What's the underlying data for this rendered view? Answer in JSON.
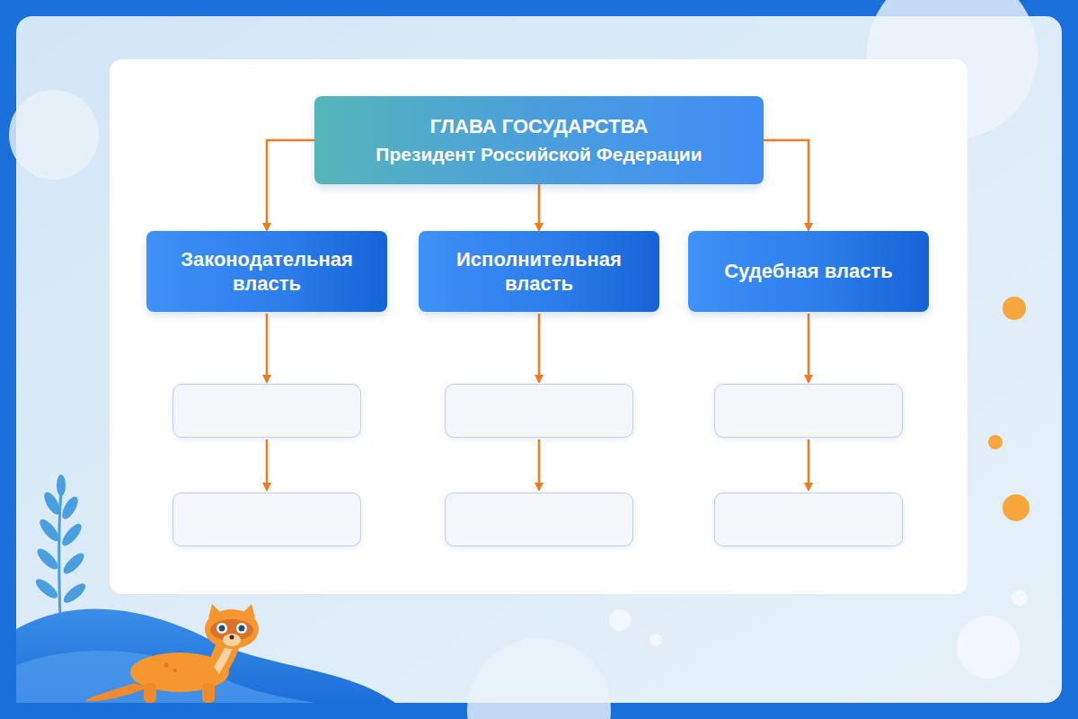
{
  "diagram": {
    "nodes": [
      {
        "text": [
          "ГЛАВА ГОСУДАРСТВА",
          "Президент Российской Федерации"
        ]
      },
      {
        "text": [
          "Законодательная власть"
        ]
      },
      {
        "text": [
          "Исполнительная власть"
        ]
      },
      {
        "text": [
          "Судебная власть"
        ]
      }
    ],
    "edges": [
      {
        "from": 0,
        "to": 1,
        "arrow": "to"
      },
      {
        "from": 0,
        "to": 2,
        "arrow": "to"
      },
      {
        "from": 0,
        "to": 3,
        "arrow": "to"
      }
    ]
  }
}
